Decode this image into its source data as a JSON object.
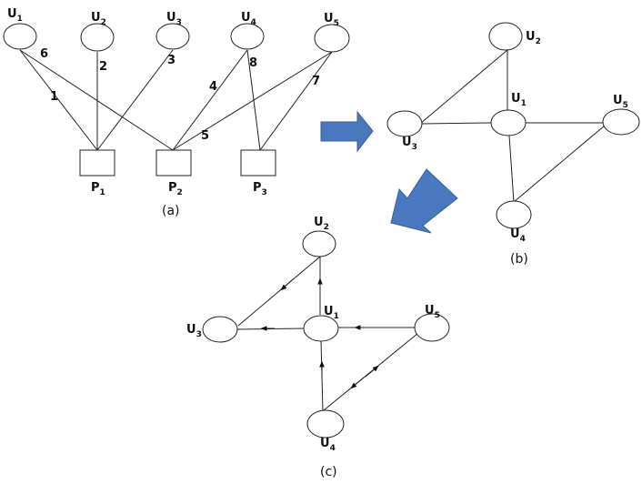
{
  "panel_a": {
    "users": [
      "U1",
      "U2",
      "U3",
      "U4",
      "U5"
    ],
    "user_labels": [
      {
        "main": "U",
        "sub": "1"
      },
      {
        "main": "U",
        "sub": "2"
      },
      {
        "main": "U",
        "sub": "3"
      },
      {
        "main": "U",
        "sub": "4"
      },
      {
        "main": "U",
        "sub": "5"
      }
    ],
    "products": [
      {
        "main": "P",
        "sub": "1"
      },
      {
        "main": "P",
        "sub": "2"
      },
      {
        "main": "P",
        "sub": "3"
      }
    ],
    "edge_weights": [
      "1",
      "2",
      "3",
      "4",
      "5",
      "6",
      "7",
      "8"
    ],
    "caption": "(a)"
  },
  "panel_b": {
    "nodes": [
      {
        "main": "U",
        "sub": "1"
      },
      {
        "main": "U",
        "sub": "2"
      },
      {
        "main": "U",
        "sub": "3"
      },
      {
        "main": "U",
        "sub": "4"
      },
      {
        "main": "U",
        "sub": "5"
      }
    ],
    "caption": "(b)"
  },
  "panel_c": {
    "nodes": [
      {
        "main": "U",
        "sub": "1"
      },
      {
        "main": "U",
        "sub": "2"
      },
      {
        "main": "U",
        "sub": "3"
      },
      {
        "main": "U",
        "sub": "4"
      },
      {
        "main": "U",
        "sub": "5"
      }
    ],
    "caption": "(c)"
  },
  "colors": {
    "arrow_fill": "#4a78be",
    "line": "#222222"
  }
}
